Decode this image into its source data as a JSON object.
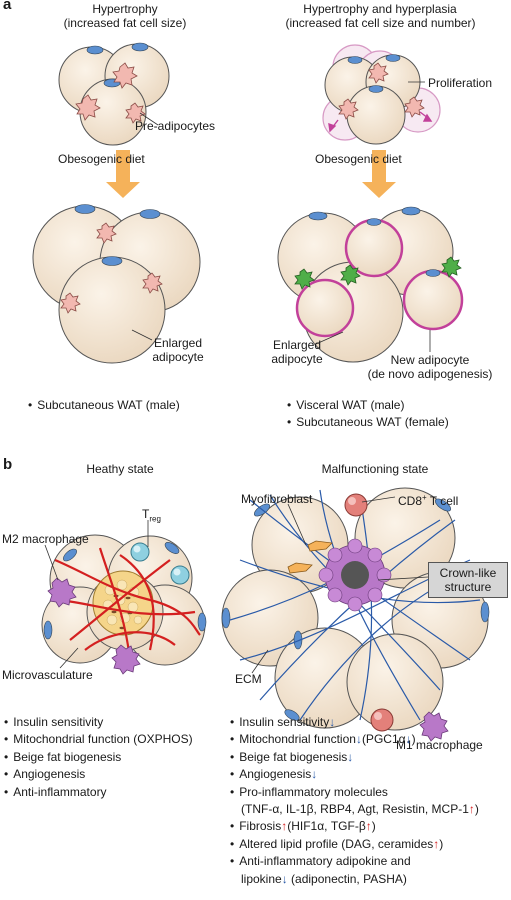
{
  "panel_a": {
    "label": "a",
    "left_title_1": "Hypertrophy",
    "left_title_2": "(increased fat cell size)",
    "right_title_1": "Hypertrophy and hyperplasia",
    "right_title_2": "(increased fat cell size and number)",
    "pre_adipocytes": "Pre-adipocytes",
    "proliferation": "Proliferation",
    "diet_left": "Obesogenic diet",
    "diet_right": "Obesogenic diet",
    "enlarged_left_1": "Enlarged",
    "enlarged_left_2": "adipocyte",
    "enlarged_right_1": "Enlarged",
    "enlarged_right_2": "adipocyte",
    "new_adipocyte_1": "New adipocyte",
    "new_adipocyte_2": "(de novo adipogenesis)",
    "left_bullets": [
      "Subcutaneous WAT (male)"
    ],
    "right_bullets": [
      "Visceral WAT (male)",
      "Subcutaneous WAT (female)"
    ]
  },
  "panel_b": {
    "label": "b",
    "left_title": "Heathy state",
    "right_title": "Malfunctioning state",
    "m2": "M2 macrophage",
    "treg_main": "T",
    "treg_sub": "reg",
    "microvasculature": "Microvasculature",
    "myofibroblast": "Myofibroblast",
    "cd8_main": "CD8",
    "cd8_sup": "+",
    "cd8_rest": " T cell",
    "crown_1": "Crown-like",
    "crown_2": "structure",
    "ecm": "ECM",
    "m1": "M1 macrophage",
    "left_bullets": [
      "Insulin sensitivity",
      "Mitochondrial function (OXPHOS)",
      "Beige fat biogenesis",
      "Angiogenesis",
      "Anti-inflammatory"
    ],
    "right": {
      "insulin": "Insulin sensitivity",
      "mito": "Mitochondrial function",
      "pgc": "(PGC1α",
      "pgc_close": ")",
      "beige": "Beige fat biogenesis",
      "angio": "Angiogenesis",
      "proinf": "Pro-inflammatory molecules",
      "proinf_list": "(TNF-α, IL-1β, RBP4,  Agt, Resistin, MCP-1",
      "proinf_close": ")",
      "fibrosis": "Fibrosis",
      "fibrosis_detail": "(HIF1α, TGF-β",
      "fibrosis_close": ")",
      "lipid": "Altered lipid profile (DAG, ceramides",
      "lipid_close": ")",
      "antiinf_1": "Anti-inflammatory adipokine and",
      "antiinf_2": "lipokine",
      "antiinf_detail": "(adiponectin, PASHA)",
      "up": "↑",
      "down": "↓"
    }
  },
  "colors": {
    "cell_fill": "#f3e6d4",
    "nucleus": "#5b8fd0",
    "pre_adipocyte": "#f2b8b0",
    "arrow": "#f5b25a",
    "new_cell": "#c2409a",
    "vessel": "#d42020",
    "fiber": "#2a5aa8",
    "macrophage": "#b878c8",
    "cd8": "#e3807a",
    "treg": "#8fd0e0"
  }
}
